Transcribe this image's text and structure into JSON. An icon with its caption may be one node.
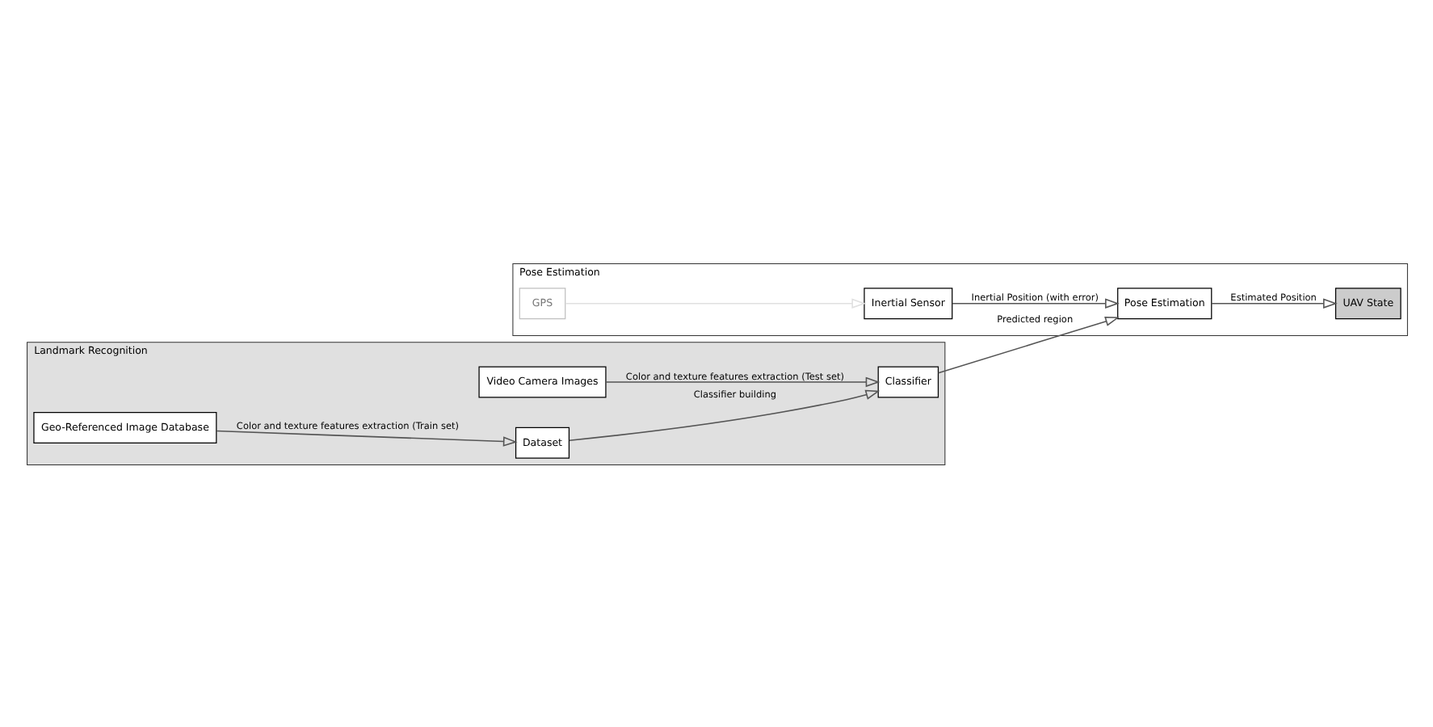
{
  "diagram": {
    "nodes": [
      {
        "text": [
          "Landmark Recognition"
        ]
      },
      {
        "text": [
          "Video Camera Images"
        ],
        "in": 0
      },
      {
        "text": [
          "Classifier"
        ],
        "in": 0
      },
      {
        "text": [
          "Geo-Referenced Image Database"
        ],
        "in": 0
      },
      {
        "text": [
          "Dataset"
        ],
        "in": 0
      },
      {
        "text": [
          "Pose Estimation"
        ]
      },
      {
        "text": [
          "Inertial Sensor"
        ],
        "in": 5
      },
      {
        "text": [
          "GPS"
        ],
        "in": 5
      },
      {
        "text": [
          "Pose Estimation"
        ],
        "in": 5
      },
      {
        "text": [
          "UAV State"
        ],
        "in": 5
      }
    ],
    "edges": [
      {
        "from": 1,
        "to": 2,
        "arrow": "to",
        "label": "Color and texture features extraction (Test set)"
      },
      {
        "from": 3,
        "to": 4,
        "arrow": "to",
        "label": "Color and texture features extraction (Train set)"
      },
      {
        "from": 4,
        "to": 2,
        "arrow": "to",
        "label": "Classifier building"
      },
      {
        "from": 2,
        "to": 8,
        "arrow": "to",
        "label": "Predicted region"
      },
      {
        "from": 7,
        "to": 6,
        "arrow": "to",
        "color": "#e0e0e0"
      },
      {
        "from": 6,
        "to": 8,
        "arrow": "to",
        "label": "Inertial Position (with error)"
      },
      {
        "from": 8,
        "to": 9,
        "arrow": "to",
        "label": "Estimated Position"
      }
    ]
  }
}
